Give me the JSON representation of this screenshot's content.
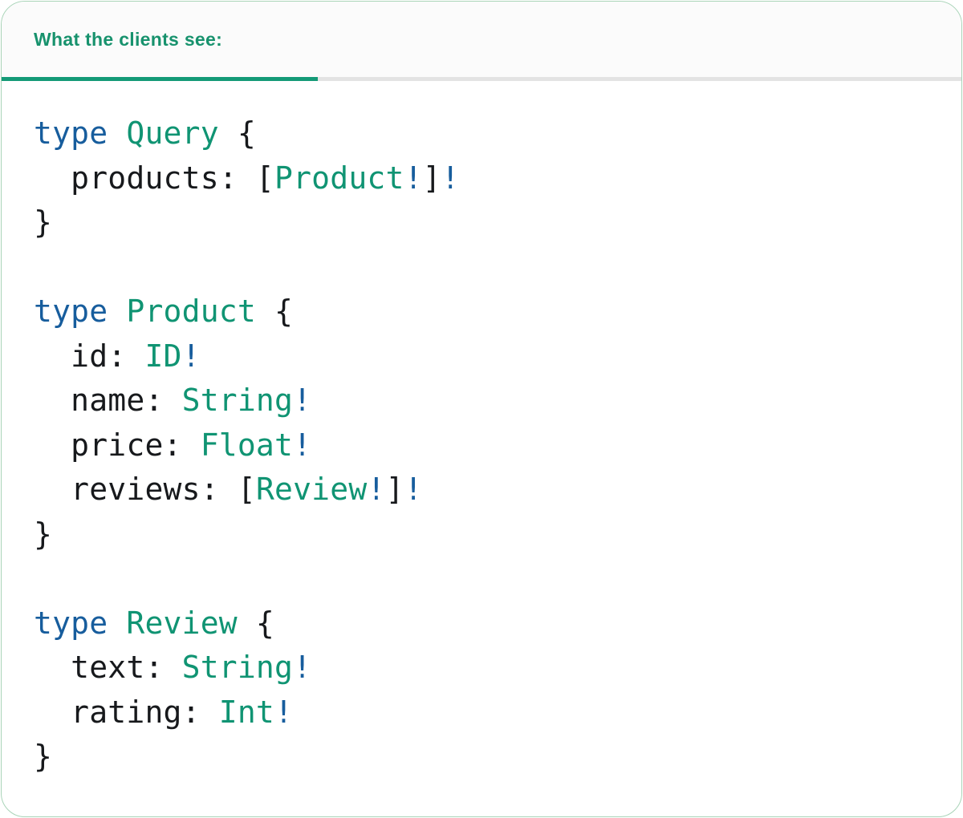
{
  "colors": {
    "accent_teal": "#149a77",
    "keyword_blue": "#175d9d",
    "type_teal": "#109473",
    "code_dark": "#17191c",
    "tab_divider_gray": "#e3e3e3",
    "card_border_green": "#a9d4b8",
    "tab_label_teal": "#17926d",
    "tabstrip_bg": "#fbfbfb",
    "card_bg": "#ffffff"
  },
  "tab": {
    "label": "What the clients see:"
  },
  "code": {
    "language": "graphql-schema",
    "lines": [
      {
        "tokens": [
          {
            "t": "keyword",
            "s": "type "
          },
          {
            "t": "type",
            "s": "Query"
          },
          {
            "t": "plain",
            "s": " {"
          }
        ]
      },
      {
        "tokens": [
          {
            "t": "plain",
            "s": "  products: ["
          },
          {
            "t": "type",
            "s": "Product"
          },
          {
            "t": "bang",
            "s": "!"
          },
          {
            "t": "plain",
            "s": "]"
          },
          {
            "t": "bang",
            "s": "!"
          }
        ]
      },
      {
        "tokens": [
          {
            "t": "plain",
            "s": "}"
          }
        ]
      },
      {
        "tokens": []
      },
      {
        "tokens": [
          {
            "t": "keyword",
            "s": "type "
          },
          {
            "t": "type",
            "s": "Product"
          },
          {
            "t": "plain",
            "s": " {"
          }
        ]
      },
      {
        "tokens": [
          {
            "t": "plain",
            "s": "  id: "
          },
          {
            "t": "type",
            "s": "ID"
          },
          {
            "t": "bang",
            "s": "!"
          }
        ]
      },
      {
        "tokens": [
          {
            "t": "plain",
            "s": "  name: "
          },
          {
            "t": "type",
            "s": "String"
          },
          {
            "t": "bang",
            "s": "!"
          }
        ]
      },
      {
        "tokens": [
          {
            "t": "plain",
            "s": "  price: "
          },
          {
            "t": "type",
            "s": "Float"
          },
          {
            "t": "bang",
            "s": "!"
          }
        ]
      },
      {
        "tokens": [
          {
            "t": "plain",
            "s": "  reviews: ["
          },
          {
            "t": "type",
            "s": "Review"
          },
          {
            "t": "bang",
            "s": "!"
          },
          {
            "t": "plain",
            "s": "]"
          },
          {
            "t": "bang",
            "s": "!"
          }
        ]
      },
      {
        "tokens": [
          {
            "t": "plain",
            "s": "}"
          }
        ]
      },
      {
        "tokens": []
      },
      {
        "tokens": [
          {
            "t": "keyword",
            "s": "type "
          },
          {
            "t": "type",
            "s": "Review"
          },
          {
            "t": "plain",
            "s": " {"
          }
        ]
      },
      {
        "tokens": [
          {
            "t": "plain",
            "s": "  text: "
          },
          {
            "t": "type",
            "s": "String"
          },
          {
            "t": "bang",
            "s": "!"
          }
        ]
      },
      {
        "tokens": [
          {
            "t": "plain",
            "s": "  rating: "
          },
          {
            "t": "type",
            "s": "Int"
          },
          {
            "t": "bang",
            "s": "!"
          }
        ]
      },
      {
        "tokens": [
          {
            "t": "plain",
            "s": "}"
          }
        ]
      }
    ]
  }
}
